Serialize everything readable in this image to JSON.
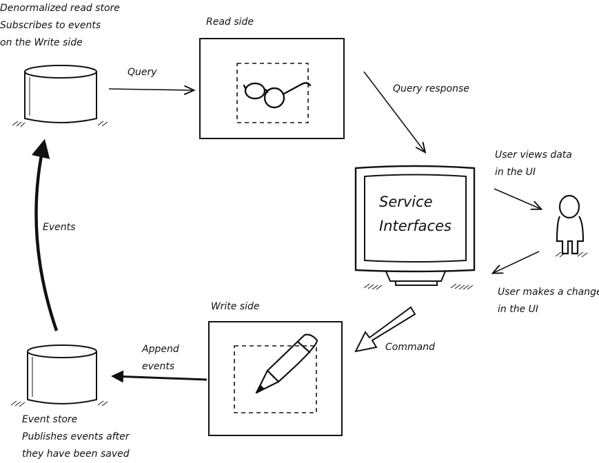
{
  "read_store": {
    "lines": [
      "Denormalized read store",
      "Subscribes to events",
      "on the Write side"
    ]
  },
  "query_label": "Query",
  "read_side": {
    "title": "Read side",
    "icon": "glasses-icon"
  },
  "query_response_label": "Query response",
  "service": {
    "lines": [
      "Service",
      "Interfaces"
    ],
    "icon": "monitor-icon"
  },
  "user_views": {
    "lines": [
      "User views data",
      "in the UI"
    ]
  },
  "user_changes": {
    "lines": [
      "User makes a change",
      "in the UI"
    ]
  },
  "user_icon": "person-icon",
  "command_label": "Command",
  "write_side": {
    "title": "Write side",
    "icon": "pencil-icon"
  },
  "append_label": {
    "lines": [
      "Append",
      "events"
    ]
  },
  "events_label": "Events",
  "event_store": {
    "lines": [
      "Event store",
      "Publishes events after",
      "they have been saved"
    ]
  },
  "colors": {
    "ink": "#111111",
    "background": "#ffffff"
  }
}
